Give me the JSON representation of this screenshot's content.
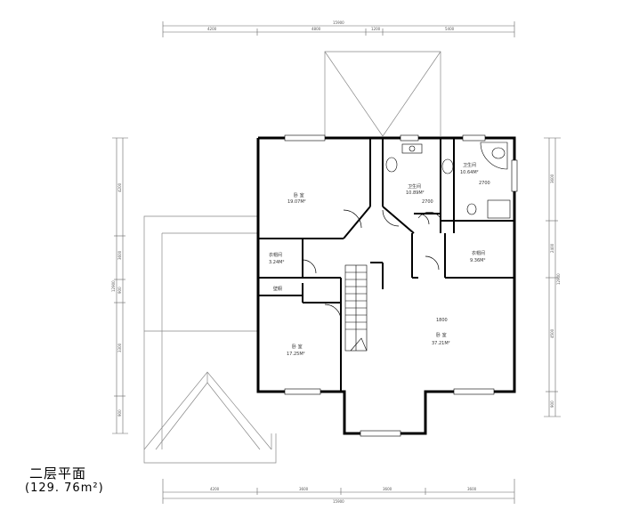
{
  "title": "二层平面",
  "area_label": "(129. 76m²)",
  "dims": {
    "top_total": "15900",
    "top_1": "4200",
    "top_2": "4800",
    "top_3": "1200",
    "top_4": "5400",
    "bottom_total": "15900",
    "bottom_1": "4200",
    "bottom_2": "3600",
    "bottom_3": "3600",
    "bottom_4": "3600",
    "left_total": "12900",
    "left_1": "4200",
    "left_2": "3600",
    "left_3": "900",
    "left_4": "3300",
    "left_5": "900",
    "right_total": "12900",
    "right_1": "3600",
    "right_2": "2400",
    "right_3": "4500",
    "right_4": "900"
  },
  "rooms": {
    "bed1_name": "卧 室",
    "bed1_area": "19.07M²",
    "bath1_name": "卫生间",
    "bath1_area": "10.89M²",
    "bath2_name": "卫生间",
    "bath2_area": "10.64M²",
    "closet1_name": "衣帽间",
    "closet1_area": "3.24M²",
    "closet2_name": "衣帽间",
    "closet2_area": "9.36M²",
    "cab_name": "壁橱",
    "bed2_name": "卧 室",
    "bed2_area": "17.25M²",
    "bed3_name": "卧 室",
    "bed3_area": "37.21M²",
    "note_1": "2700",
    "note_2": "2700",
    "note_3": "1800"
  }
}
